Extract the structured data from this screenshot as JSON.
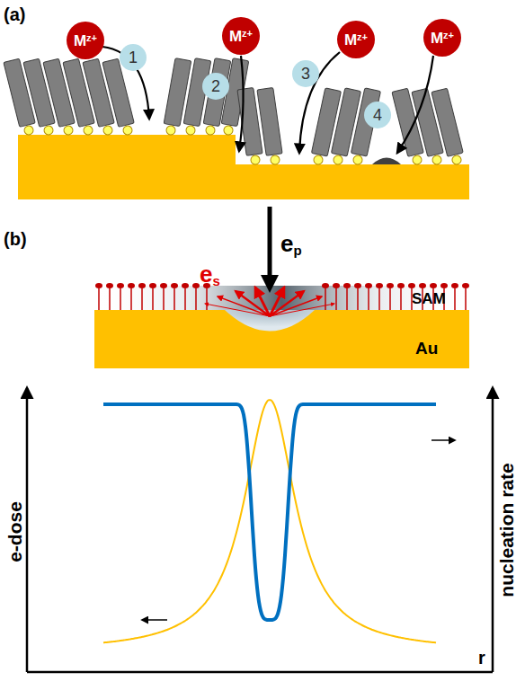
{
  "diagram": {
    "nodes": [
      {
        "text": [
          "Mz+"
        ]
      },
      {
        "text": [
          "1"
        ]
      },
      {
        "text": [
          "Mz+"
        ]
      },
      {
        "text": [
          "2"
        ]
      },
      {
        "text": [
          "Mz+"
        ]
      },
      {
        "text": [
          "3"
        ]
      },
      {
        "text": [
          "Mz+"
        ]
      },
      {
        "text": [
          "4"
        ]
      }
    ],
    "labels": [
      "(a)",
      "(b)",
      "ep",
      "es",
      "SAM",
      "Au",
      "e-dose",
      "nucleation rate",
      "r"
    ]
  }
}
